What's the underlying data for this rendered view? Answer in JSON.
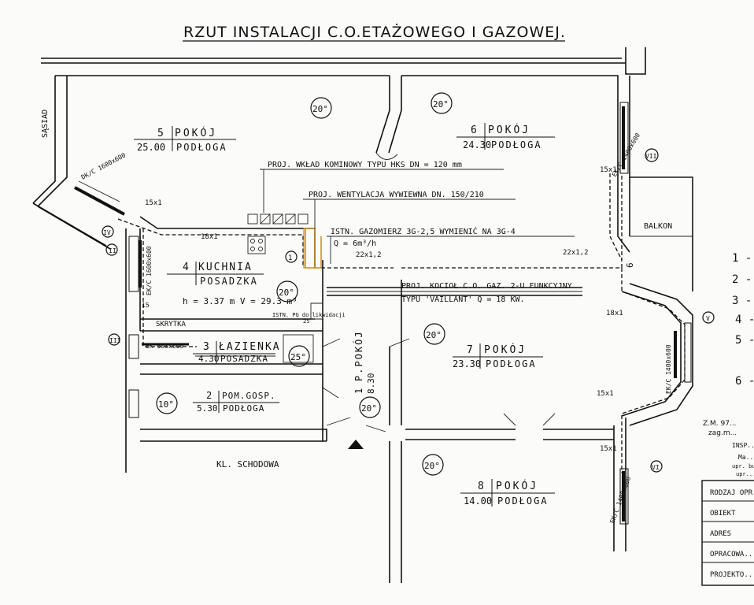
{
  "title": "RZUT INSTALACJI C.O.ETAŻOWEGO I GAZOWEJ.",
  "rooms": [
    {
      "num": "5",
      "name": "POKÓJ",
      "area": "25.00",
      "floor": "PODŁOGA",
      "temp": "20°"
    },
    {
      "num": "6",
      "name": "POKÓJ",
      "area": "24.30",
      "floor": "PODŁOGA",
      "temp": "20°"
    },
    {
      "num": "4",
      "name": "KUCHNIA",
      "area": "",
      "floor": "POSADZKA",
      "temp": "20°"
    },
    {
      "num": "3",
      "name": "ŁAZIENKA",
      "area": "4.30",
      "floor": "POSADZKA",
      "temp": "25°"
    },
    {
      "num": "2",
      "name": "POM.GOSP.",
      "area": "5.30",
      "floor": "PODŁOGA",
      "temp": "10°"
    },
    {
      "num": "1",
      "name": "P.POKÓJ",
      "area": "8.30",
      "floor": "",
      "temp": "20°"
    },
    {
      "num": "7",
      "name": "POKÓJ",
      "area": "23.30",
      "floor": "PODŁOGA",
      "temp": "20°"
    },
    {
      "num": "8",
      "name": "POKÓJ",
      "area": "14.00",
      "floor": "PODŁOGA",
      "temp": "20°"
    }
  ],
  "annotations": {
    "chimney": "PROJ. WKŁAD KOMINOWY TYPU HKS DN = 120 mm",
    "ventilation": "PROJ. WENTYLACJA WYWIEWNA DN. 150/210",
    "gas_meter_1": "ISTN. GAZOMIERZ 3G-2,5 WYMIENIĆ NA 3G-4",
    "gas_meter_2": "Q = 6m³/h",
    "boiler_1": "PROJ. KOCIOŁ C.O. GAZ. 2-U FUNKCYJNY",
    "boiler_2": "TYPU 'VAILLANT' Q = 18 KW.",
    "kitchen_dims": "h = 3.37 m   V = 29.3 m³",
    "istn_pg": "ISTN. PG do likwidacji",
    "skrytka": "SKRYTKA",
    "balkon": "BALKON",
    "stairs": "KL. SCHODOWA",
    "sasiad": "SĄSIAD",
    "pipe_15x1": "15x1",
    "pipe_18x1": "18x1",
    "pipe_22x1_2": "22x1,2",
    "ek_600": "EK 600x600",
    "ek_c_1400": "EK/C 1400x600",
    "ek_c_1600": "EK/C 1600x600",
    "ek_c_1400_short": "EK/C 1400x600",
    "dk_c_1600": "DK/C 1600x600",
    "tag_6": "6",
    "tag_1": "1",
    "tag_25": "25",
    "tag_15": "15"
  },
  "markers": [
    "IV",
    "II",
    "III",
    "VII",
    "V",
    "VI"
  ],
  "legend_numbers": [
    "1 - -",
    "2 - (",
    "3 -",
    "4 -",
    "5 -",
    "6 -"
  ],
  "notes": [
    "Z.M. 97...",
    "zag.m..."
  ],
  "stamp": [
    "INSP...",
    "Ma...",
    "upr. bu...",
    "upr..."
  ],
  "title_block": [
    "RODZAJ OPR...",
    "OBIEKT",
    "ADRES",
    "OPRACOWA...",
    "PROJEKTO..."
  ]
}
